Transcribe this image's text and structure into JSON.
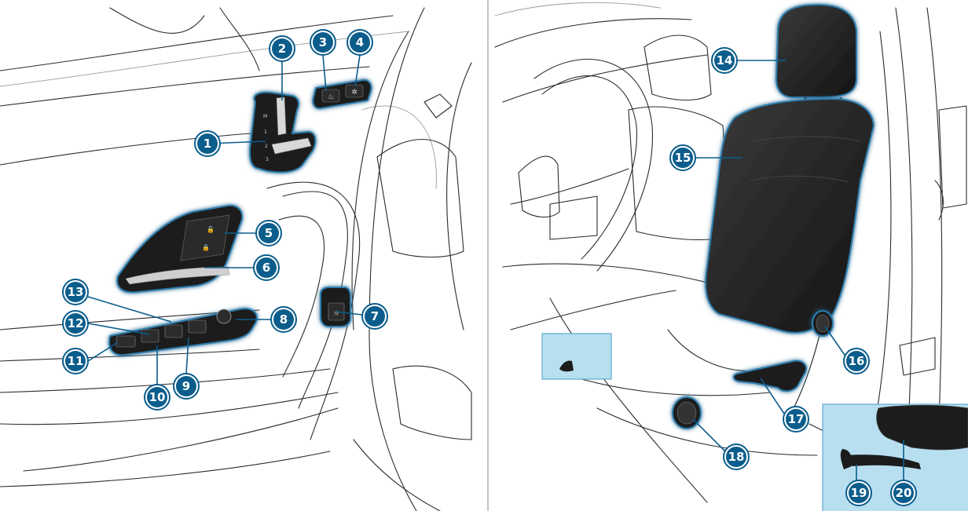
{
  "callouts": {
    "c1": "1",
    "c2": "2",
    "c3": "3",
    "c4": "4",
    "c5": "5",
    "c6": "6",
    "c7": "7",
    "c8": "8",
    "c9": "9",
    "c10": "10",
    "c11": "11",
    "c12": "12",
    "c13": "13",
    "c14": "14",
    "c15": "15",
    "c16": "16",
    "c17": "17",
    "c18": "18",
    "c19": "19",
    "c20": "20"
  },
  "seat_memory_panel": {
    "labels": [
      "M",
      "1",
      "2",
      "3"
    ]
  },
  "colors": {
    "callout": "#0b5d8c",
    "highlight_glow": "#2f7fb0",
    "inset_fill": "#b7dff0",
    "seat": "#1f1f1f"
  }
}
